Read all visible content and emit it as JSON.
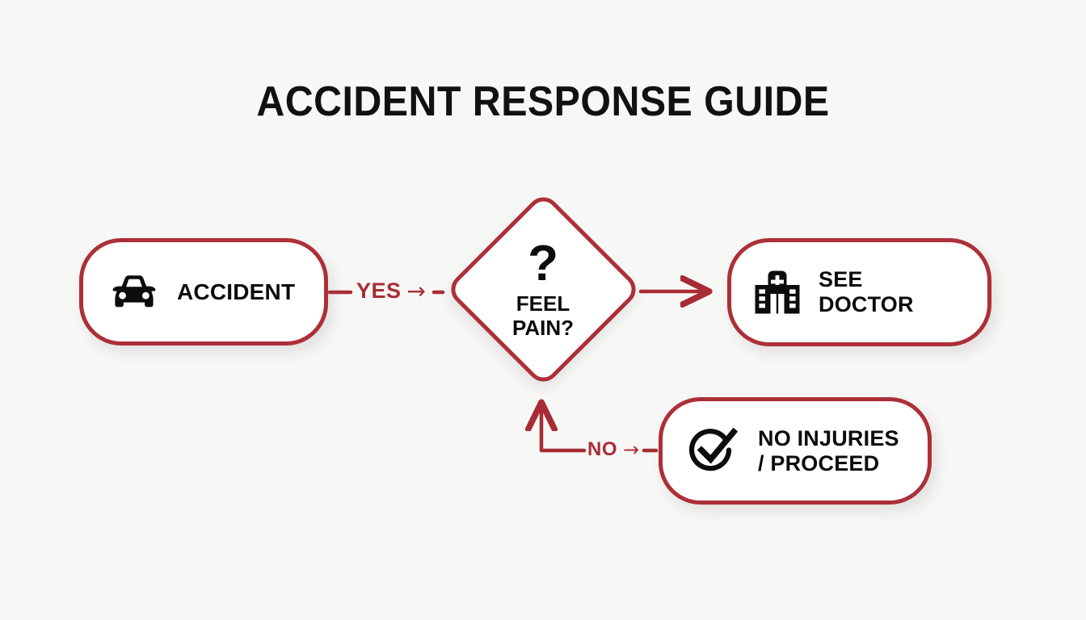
{
  "page": {
    "title": "ACCIDENT RESPONSE GUIDE",
    "background_color": "#f7f7f6",
    "accent_color": "#ad2f38",
    "text_color": "#0c0c0c"
  },
  "nodes": {
    "accident": {
      "label": "ACCIDENT",
      "icon": "car-icon",
      "shape": "rounded-rectangle"
    },
    "decision": {
      "question_mark": "?",
      "label": "FEEL\nPAIN?",
      "icon": "question-mark-icon",
      "shape": "diamond"
    },
    "doctor": {
      "label": "SEE\nDOCTOR",
      "icon": "hospital-icon",
      "shape": "rounded-rectangle"
    },
    "proceed": {
      "label": "NO INJURIES\n/ PROCEED",
      "icon": "check-circle-icon",
      "shape": "rounded-rectangle"
    }
  },
  "edges": {
    "accident_to_decision": {
      "label": "YES",
      "arrow": "→",
      "direction": "right"
    },
    "decision_to_doctor": {
      "label": "",
      "arrow": "→",
      "direction": "right"
    },
    "proceed_to_decision": {
      "label": "NO",
      "arrow": "→",
      "direction": "up"
    }
  }
}
